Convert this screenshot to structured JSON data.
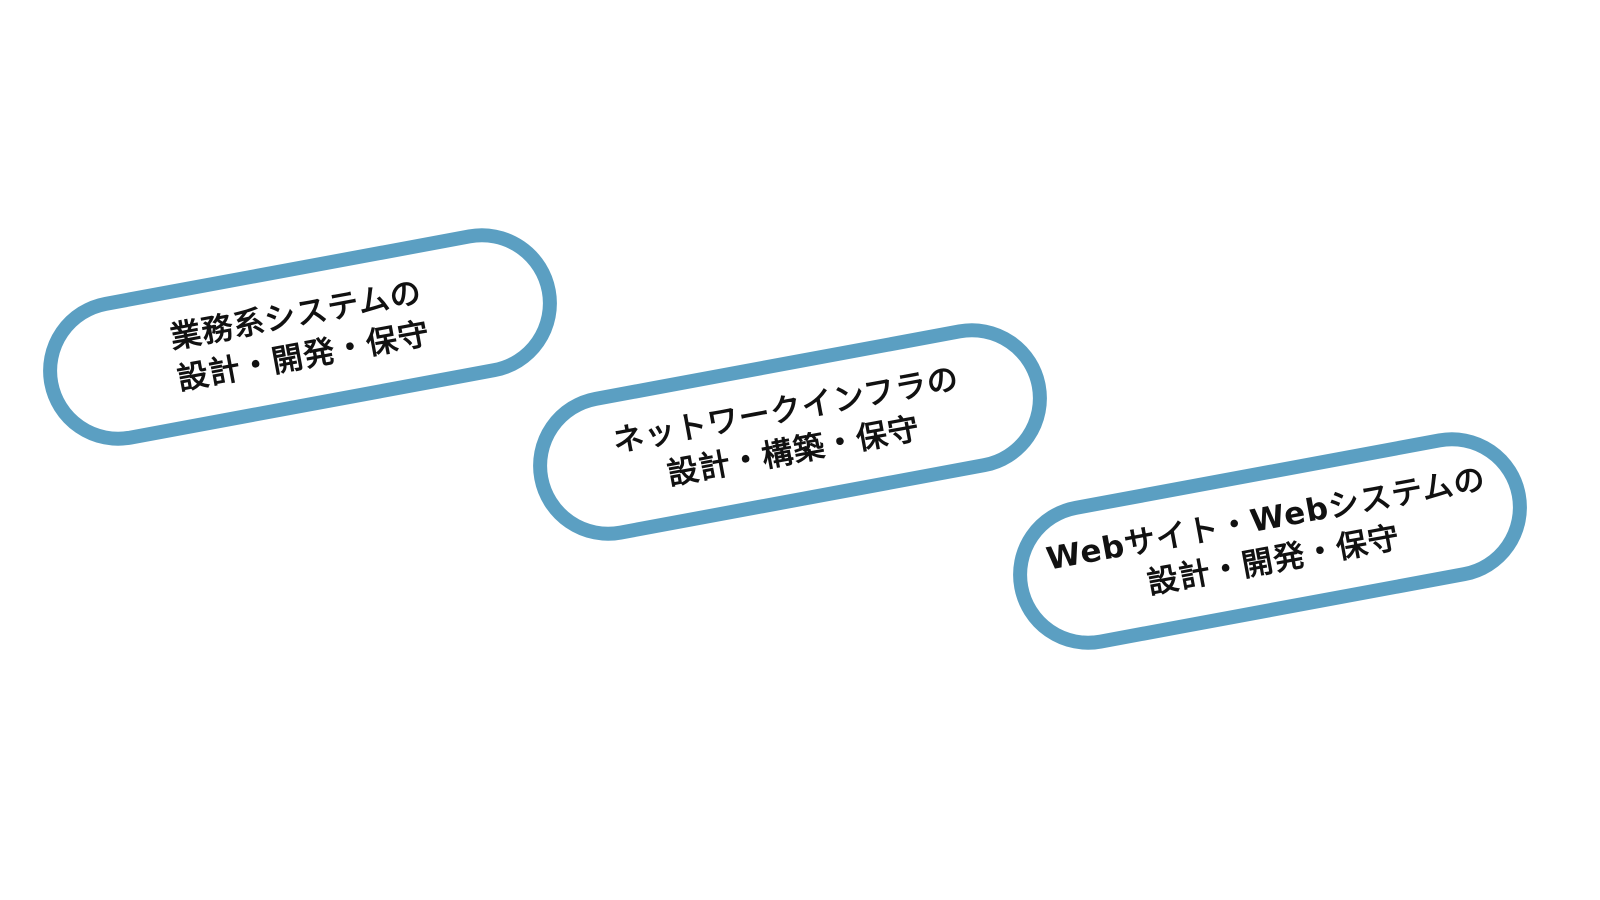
{
  "services": [
    {
      "line1": "業務系システムの",
      "line2": "設計・開発・保守"
    },
    {
      "line1": "ネットワークインフラの",
      "line2": "設計・構築・保守"
    },
    {
      "line1": "Webサイト・Webシステムの",
      "line2": "設計・開発・保守"
    }
  ],
  "colors": {
    "border": "#5b9fc2",
    "text": "#111111",
    "background": "#ffffff"
  }
}
